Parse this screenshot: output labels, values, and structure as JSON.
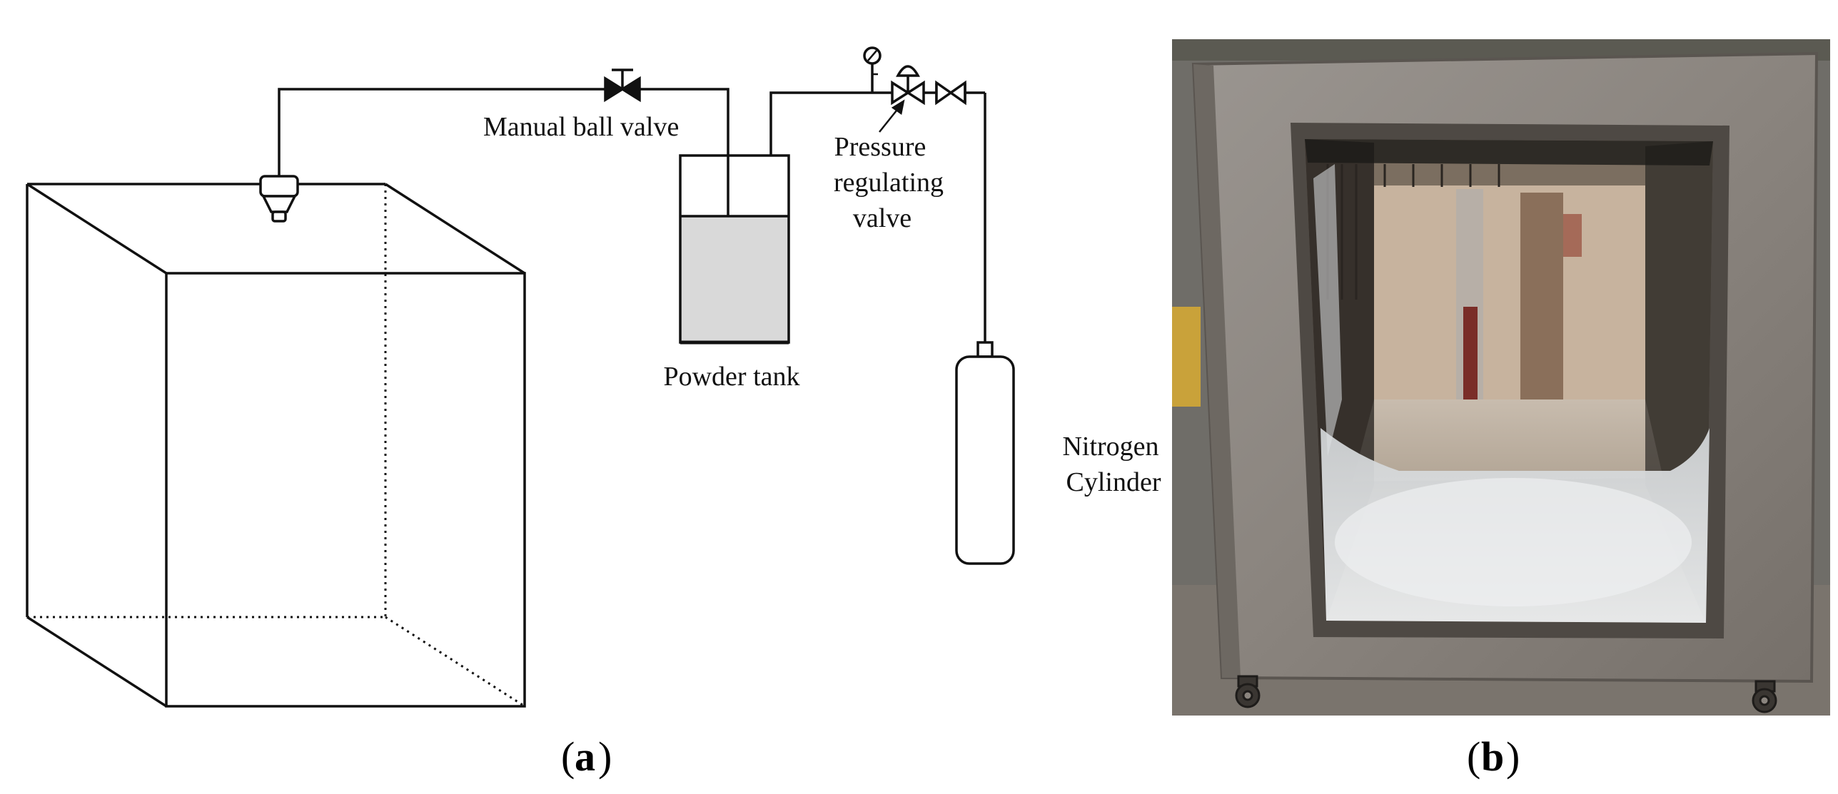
{
  "panel_a": {
    "caption_letter": "a",
    "labels": {
      "manual_ball_valve": "Manual ball valve",
      "pressure_line1": "Pressure",
      "pressure_line2": "regulating",
      "pressure_line3": "valve",
      "powder_tank": "Powder tank",
      "nitrogen_line1": "Nitrogen",
      "nitrogen_line2": "Cylinder"
    }
  },
  "panel_b": {
    "caption_letter": "b"
  },
  "colors": {
    "line": "#111111",
    "tank_fill": "#d9d9d9",
    "steel": "#8d8884",
    "steel_dark": "#5a5550",
    "glass_fog": "#e6e8ea"
  }
}
